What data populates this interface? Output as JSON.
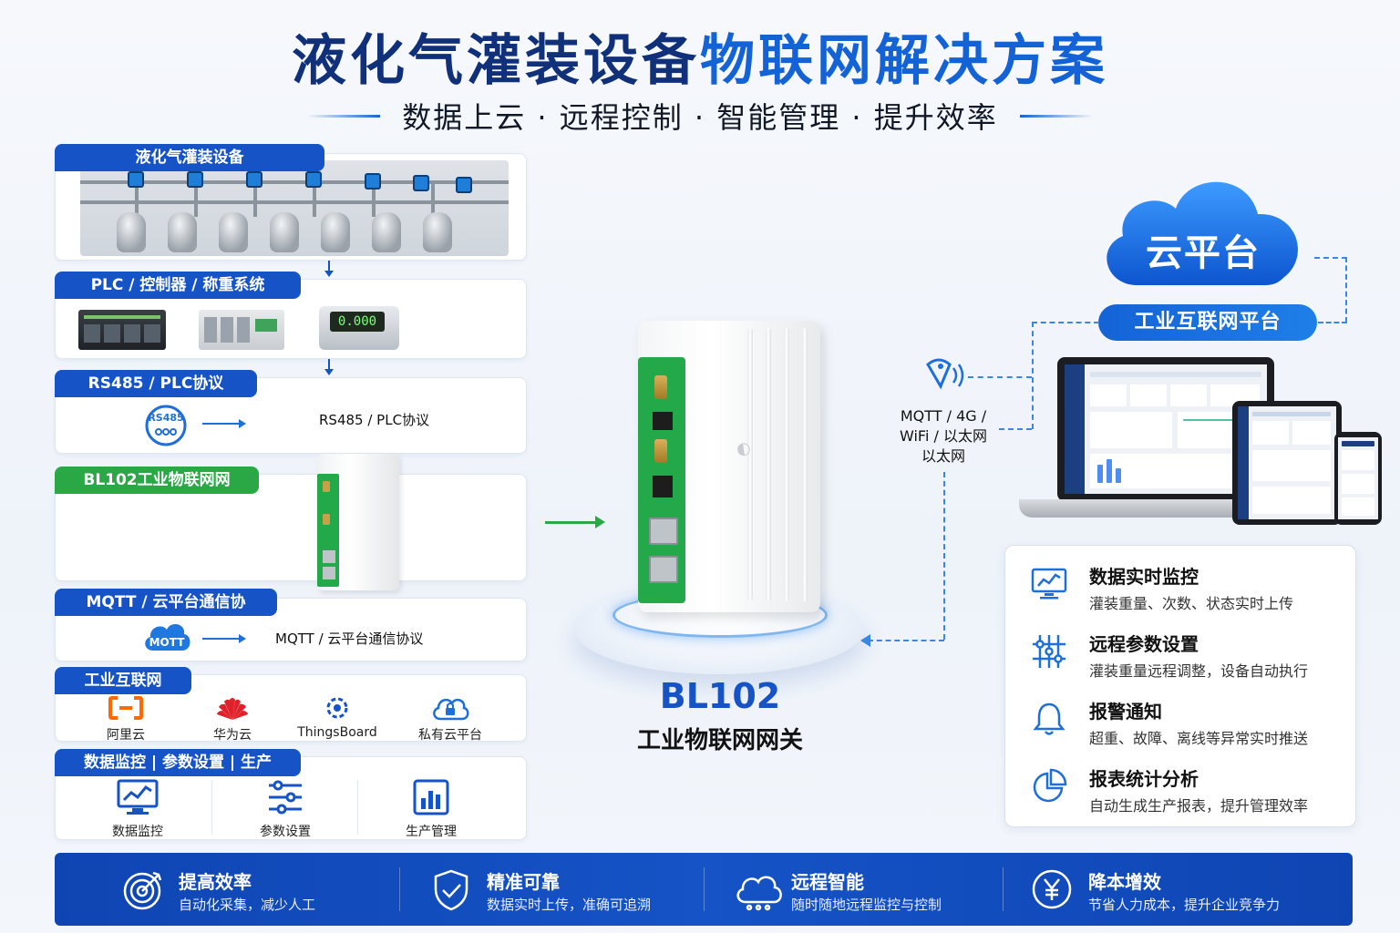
{
  "header": {
    "title_part1": "液化气灌装设备",
    "title_part2": "物联网解决方案",
    "subtitle": "数据上云 · 远程控制 · 智能管理 · 提升效率"
  },
  "left_panel": {
    "equipment": {
      "tag": "液化气灌装设备"
    },
    "plc": {
      "tag": "PLC / 控制器 / 称重系统",
      "scale_reading": "0.000"
    },
    "rs485": {
      "tag": "RS485 / PLC协议",
      "icon_text": "RS485",
      "label": "RS485 / PLC协议"
    },
    "gateway": {
      "tag": "BL102工业物联网网关"
    },
    "mqtt": {
      "tag": "MQTT / 云平台通信协议",
      "icon_text": "MOTT",
      "label": "MQTT / 云平台通信协议"
    },
    "platforms": {
      "tag": "工业互联网平台",
      "items": [
        {
          "label": "阿里云",
          "icon": "aliyun-icon"
        },
        {
          "label": "华为云",
          "icon": "huawei-icon"
        },
        {
          "label": "ThingsBoard",
          "icon": "thingsboard-icon"
        },
        {
          "label": "私有云平台",
          "icon": "private-cloud-icon"
        }
      ]
    },
    "functions": {
      "tag": "数据监控 | 参数设置 | 生产管理",
      "items": [
        {
          "label": "数据监控",
          "icon": "monitor-chart-icon"
        },
        {
          "label": "参数设置",
          "icon": "sliders-icon"
        },
        {
          "label": "生产管理",
          "icon": "bar-chart-icon"
        }
      ]
    }
  },
  "center": {
    "model": "BL102",
    "model_sub": "工业物联网网关"
  },
  "right": {
    "cloud_label": "云平台",
    "platform_pill": "工业互联网平台",
    "protocol_lines": [
      "MQTT / 4G /",
      "WiFi / 以太网",
      "以太网"
    ],
    "features": [
      {
        "title": "数据实时监控",
        "desc": "灌装重量、次数、状态实时上传",
        "icon": "monitor-chart-icon"
      },
      {
        "title": "远程参数设置",
        "desc": "灌装重量远程调整，设备自动执行",
        "icon": "settings-sliders-icon"
      },
      {
        "title": "报警通知",
        "desc": "超重、故障、离线等异常实时推送",
        "icon": "bell-icon"
      },
      {
        "title": "报表统计分析",
        "desc": "自动生成生产报表，提升管理效率",
        "icon": "pie-chart-icon"
      }
    ]
  },
  "bottom": {
    "items": [
      {
        "title": "提高效率",
        "desc": "自动化采集，减少人工",
        "icon": "target-icon"
      },
      {
        "title": "精准可靠",
        "desc": "数据实时上传，准确可追溯",
        "icon": "shield-check-icon"
      },
      {
        "title": "远程智能",
        "desc": "随时随地远程监控与控制",
        "icon": "cloud-icon"
      },
      {
        "title": "降本增效",
        "desc": "节省人力成本，提升企业竞争力",
        "icon": "yen-coin-icon"
      }
    ]
  },
  "colors": {
    "primary": "#1553c6",
    "navy": "#10307a",
    "green": "#2aa845",
    "accent": "#1463d6"
  }
}
